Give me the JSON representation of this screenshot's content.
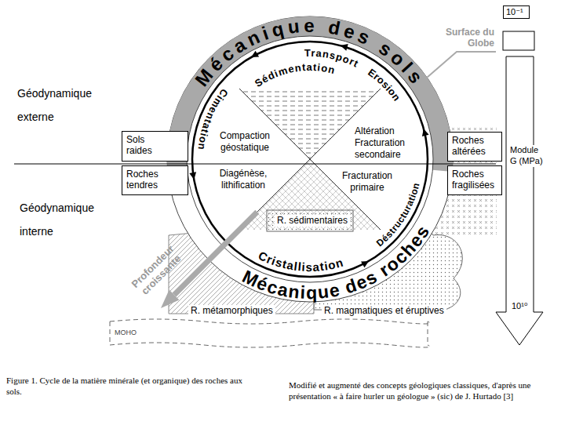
{
  "diagram": {
    "caption": "Figure 1. Cycle de la matière minérale (et organique) des roches aux sols.",
    "nodes": [
      {
        "text": [
          "Sols raides"
        ]
      },
      {
        "text": [
          "Roches tendres"
        ]
      },
      {
        "text": [
          "Roches altérées"
        ]
      },
      {
        "text": [
          "Roches fragilisées"
        ]
      },
      {
        "text": [
          "10⁻¹"
        ]
      }
    ],
    "labels": [
      "Géodynamique externe",
      "Géodynamique interne",
      "Mécanique des sols",
      "Mécanique des roches",
      "Transport",
      "Erosion",
      "Sédimentation",
      "Cimentation",
      "Cristallisation",
      "Déstructuration",
      "Compaction géostatique",
      "Diagénèse, lithification",
      "Altération Fracturation secondaire",
      "Fracturation primaire",
      "R. sédimentaires",
      "R. métamorphiques",
      "R. magmatiques et éruptives",
      "Surface du Globe",
      "Profondeur croissante",
      "MOHO",
      "Module G (MPa)",
      "10¹⁰",
      "Modifié et augmenté des concepts géologiques classiques, d'après une présentation « à faire hurler un géologue » (sic) de J. Hurtado [3]"
    ]
  }
}
